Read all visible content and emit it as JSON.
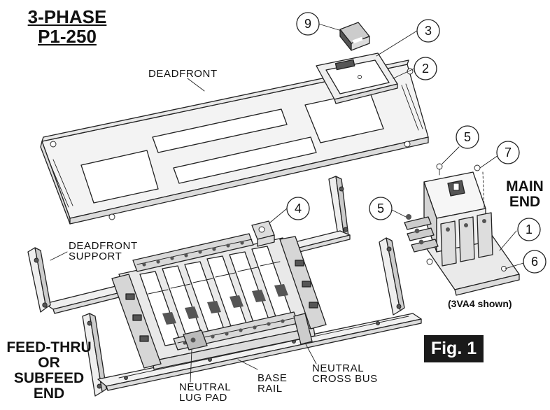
{
  "title": {
    "line1": "3-PHASE",
    "line2": "P1-250"
  },
  "labels": {
    "deadfront": "DEADFRONT",
    "deadfront_support_1": "DEADFRONT",
    "deadfront_support_2": "SUPPORT",
    "main_end_1": "MAIN",
    "main_end_2": "END",
    "breaker_note": "(3VA4 shown)",
    "feed_thru_1": "FEED-THRU",
    "feed_thru_2": "OR",
    "feed_thru_3": "SUBFEED",
    "feed_thru_4": "END",
    "neutral_lug_pad_1": "NEUTRAL",
    "neutral_lug_pad_2": "LUG PAD",
    "base_rail_1": "BASE",
    "base_rail_2": "RAIL",
    "neutral_cross_bus_1": "NEUTRAL",
    "neutral_cross_bus_2": "CROSS BUS",
    "figure": "Fig. 1"
  },
  "callouts": {
    "c1": "1",
    "c2": "2",
    "c3": "3",
    "c4": "4",
    "c5a": "5",
    "c5b": "5",
    "c6": "6",
    "c7": "7",
    "c9": "9"
  }
}
